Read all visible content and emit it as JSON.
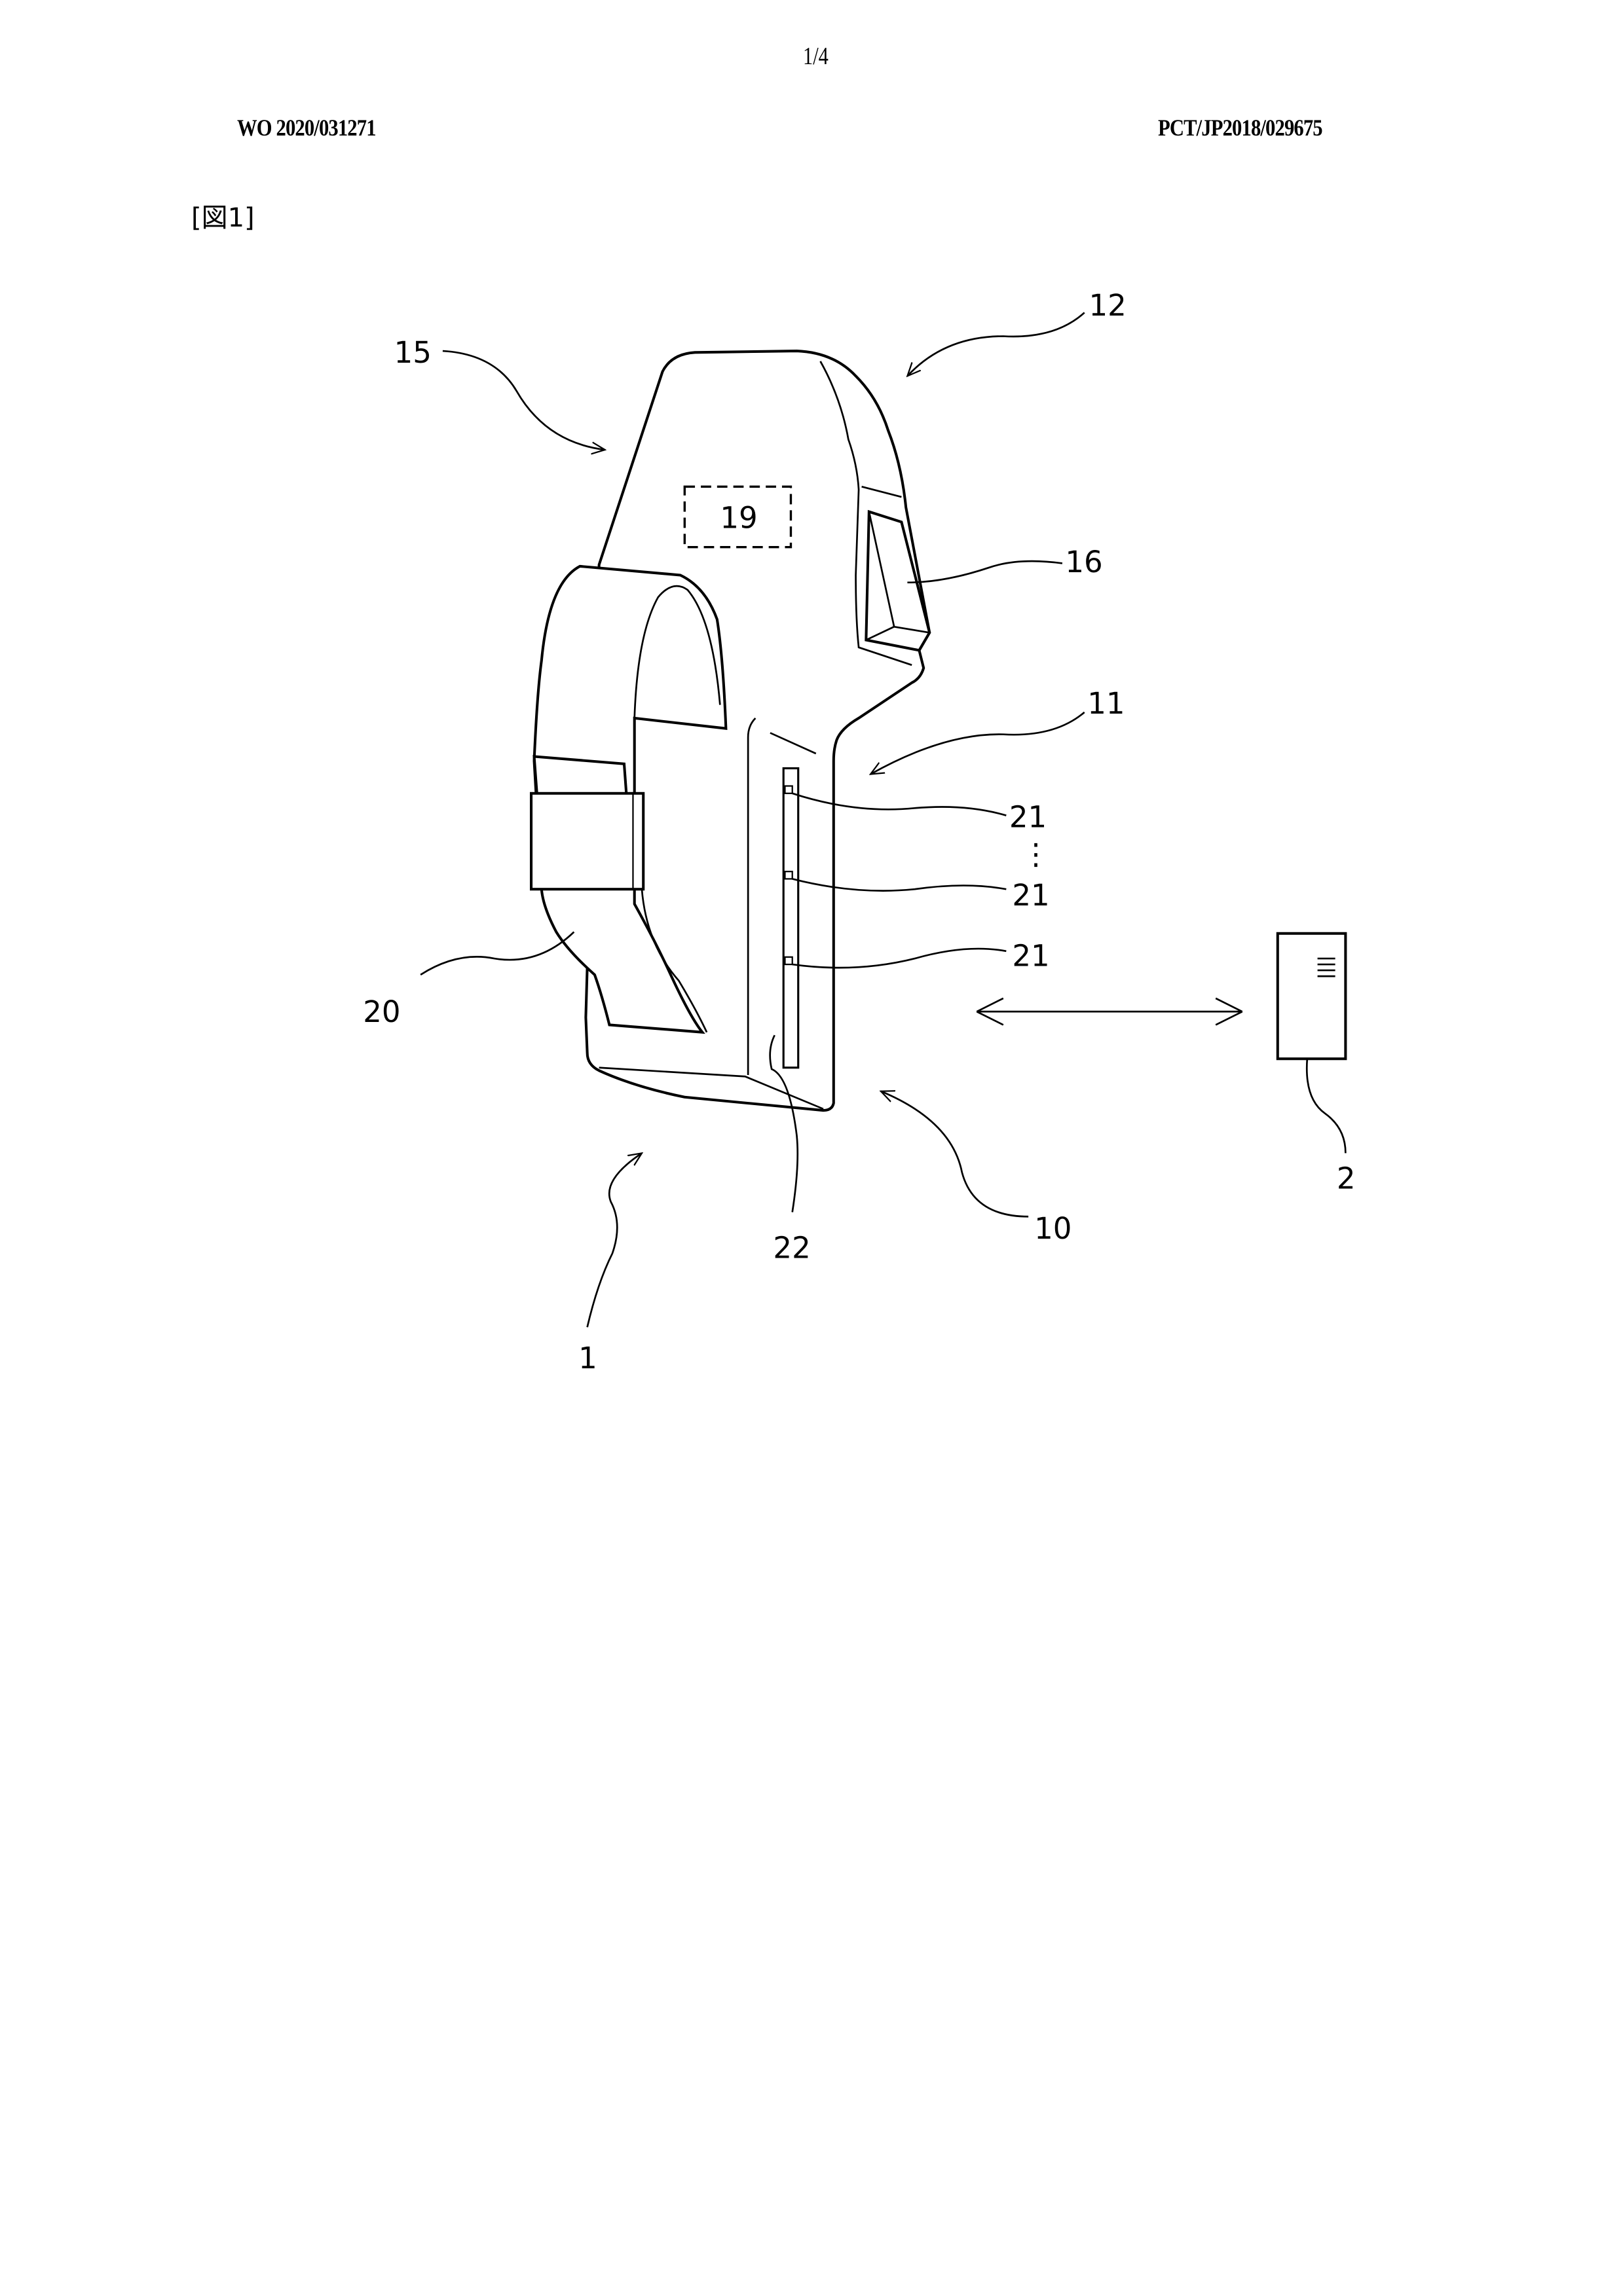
{
  "header": {
    "page_number": "1/4",
    "publication_number": "WO 2020/031271",
    "application_number": "PCT/JP2018/029675"
  },
  "figure": {
    "label": "[図1]",
    "reference_numerals": {
      "device": "1",
      "terminal": "2",
      "body": "10",
      "part_11": "11",
      "part_12": "12",
      "part_15": "15",
      "part_16": "16",
      "part_19": "19",
      "strap": "20",
      "sensor_a": "21",
      "sensor_ellipsis": "⋮",
      "sensor_b": "21",
      "sensor_c": "21",
      "slot": "22"
    }
  }
}
